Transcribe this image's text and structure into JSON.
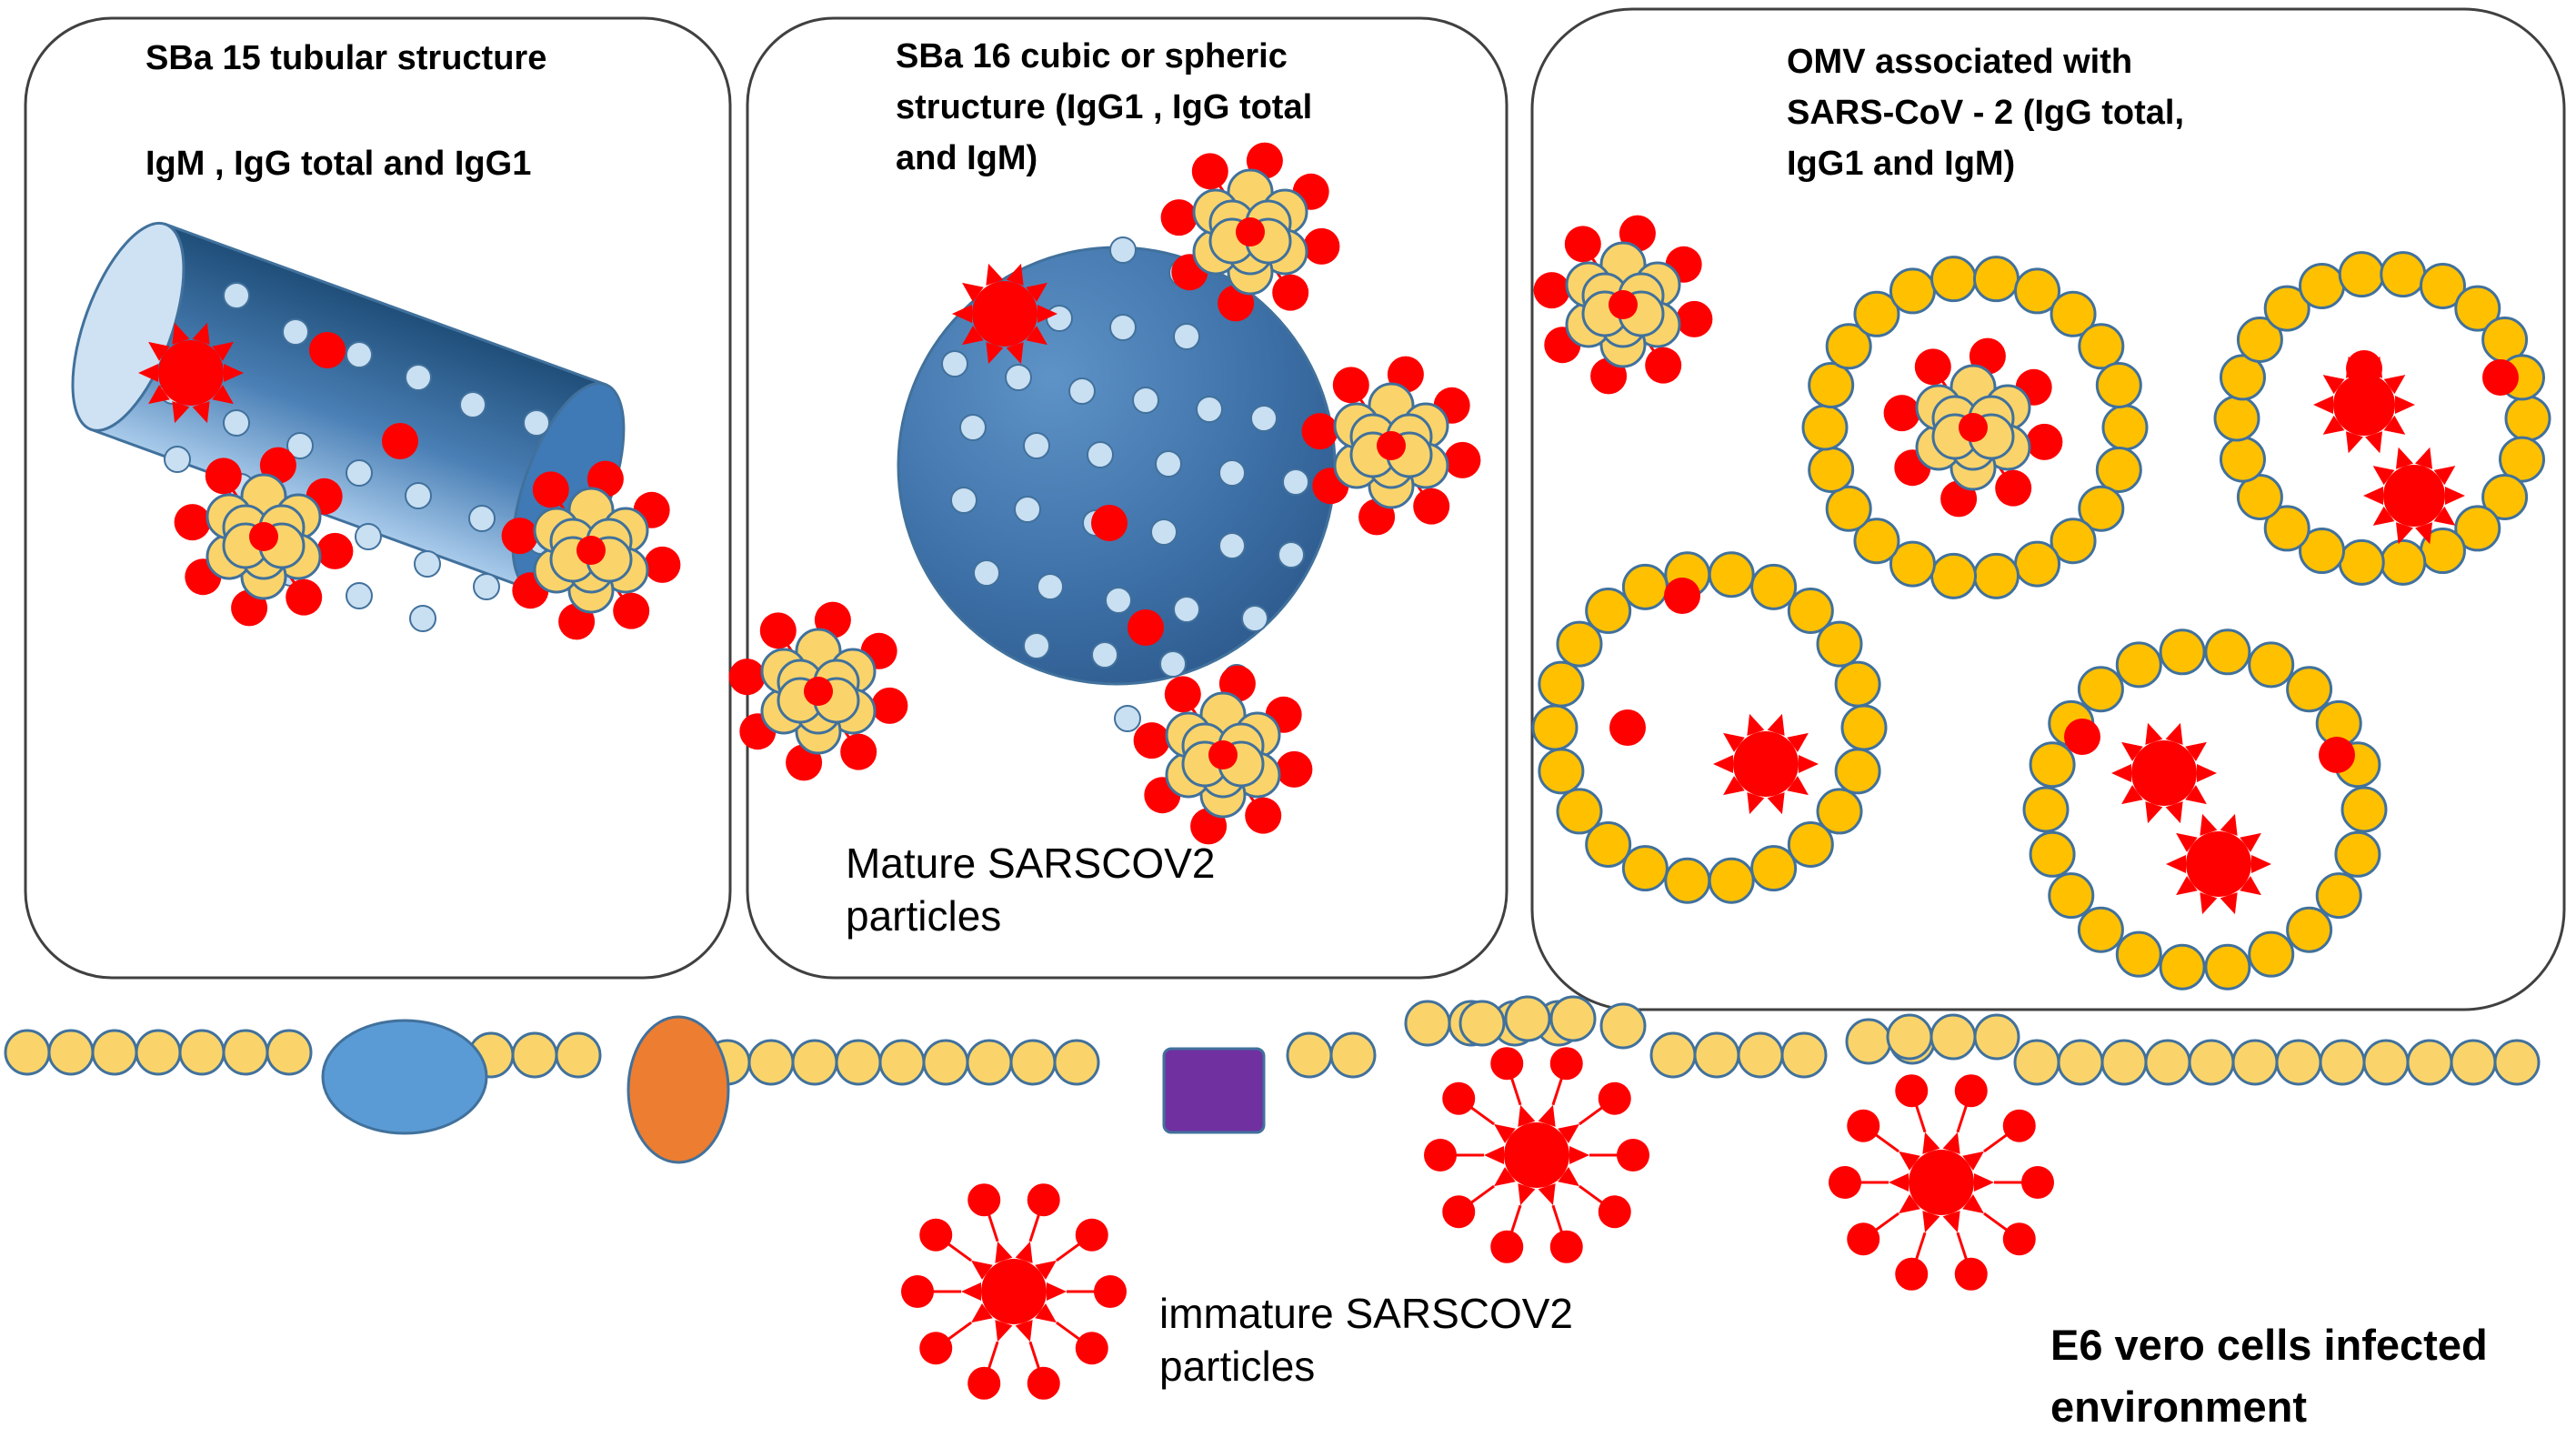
{
  "panels": {
    "sba15": {
      "title": "SBa 15 tubular structure",
      "subtitle": "IgM , IgG total and IgG1"
    },
    "sba16": {
      "title": "SBa 16  cubic or spheric\nstructure (IgG1 , IgG total\nand IgM)"
    },
    "omv": {
      "title": "OMV associated with\nSARS-CoV - 2 (IgG total,\nIgG1  and IgM)"
    }
  },
  "labels": {
    "mature": "Mature SARSCOV2\nparticles",
    "immature": "immature SARSCOV2\nparticles",
    "environment": "E6 vero cells infected\nenvironment"
  },
  "colors": {
    "virus_red": "#ff0000",
    "antigen_yellow": "#fad46a",
    "omv_orange": "#ffc000",
    "outline_blue": "#41719c",
    "silica_blue": "#3f79b6",
    "pore_blue": "#c9dff2",
    "membrane_oval_blue": "#5b9bd5",
    "membrane_oval_orange": "#ed7d31",
    "membrane_square_purple": "#7030a0"
  }
}
